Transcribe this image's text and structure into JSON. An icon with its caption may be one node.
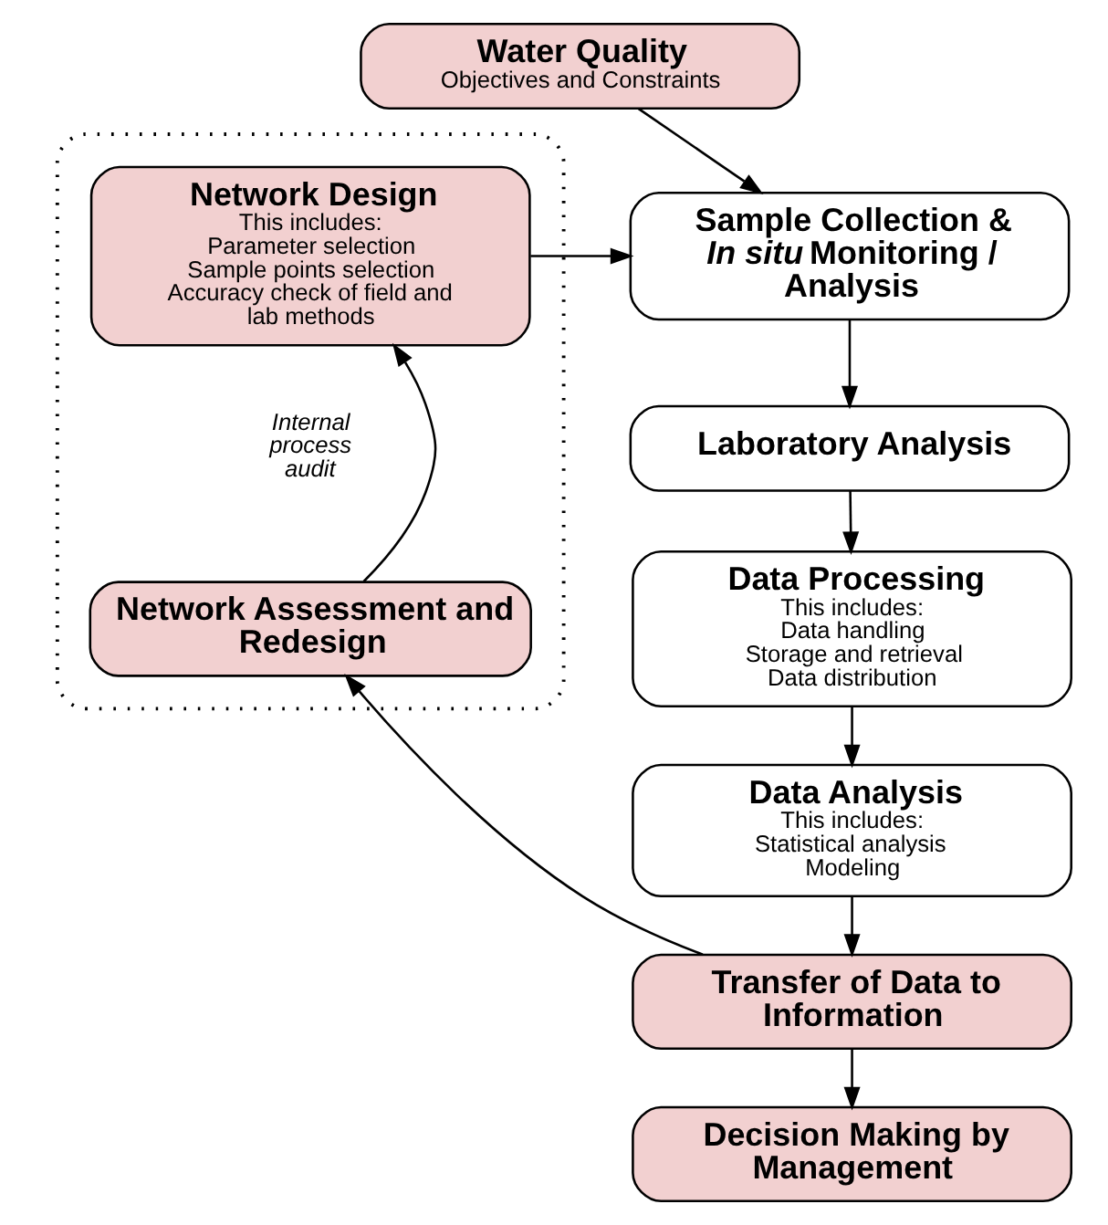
{
  "diagram": {
    "nodes": [
      {
        "text": [],
        "shape": "box"
      },
      {
        "text": [
          "Network Design",
          "This includes:",
          "Parameter selection",
          "Sample points selection",
          "Accuracy check of field and lab methods"
        ],
        "in": 0
      },
      {
        "text": [
          "Network Assessment and Redesign"
        ],
        "in": 0
      },
      {
        "text": [
          "Water Quality",
          "Objectives and Constraints"
        ]
      },
      {
        "text": [
          "Sample Collection & *In situ* Monitoring / Analysis"
        ]
      },
      {
        "text": [
          "Laboratory Analysis"
        ]
      },
      {
        "text": [
          "Data Processing",
          "This includes:",
          "Data handling",
          "Storage and retrieval",
          "Data distribution"
        ]
      },
      {
        "text": [
          "Data Analysis",
          "This includes:",
          "Statistical analysis",
          "Modeling"
        ]
      },
      {
        "text": [
          "Transfer of Data to Information"
        ]
      },
      {
        "text": [
          "Decision Making by Management"
        ]
      }
    ],
    "edges": [
      {
        "from": 2,
        "to": 1,
        "arrow": "to"
      },
      {
        "from": 1,
        "to": 4,
        "arrow": "to"
      },
      {
        "from": 3,
        "to": 4,
        "arrow": "to"
      },
      {
        "from": 4,
        "to": 5,
        "arrow": "to"
      },
      {
        "from": 5,
        "to": 6,
        "arrow": "to"
      },
      {
        "from": 6,
        "to": 7,
        "arrow": "to"
      },
      {
        "from": 7,
        "to": 8,
        "arrow": "to"
      },
      {
        "from": 8,
        "to": 9,
        "arrow": "to"
      },
      {
        "from": 8,
        "to": 2,
        "arrow": "to"
      }
    ],
    "labels": [
      "Internal process audit"
    ]
  }
}
